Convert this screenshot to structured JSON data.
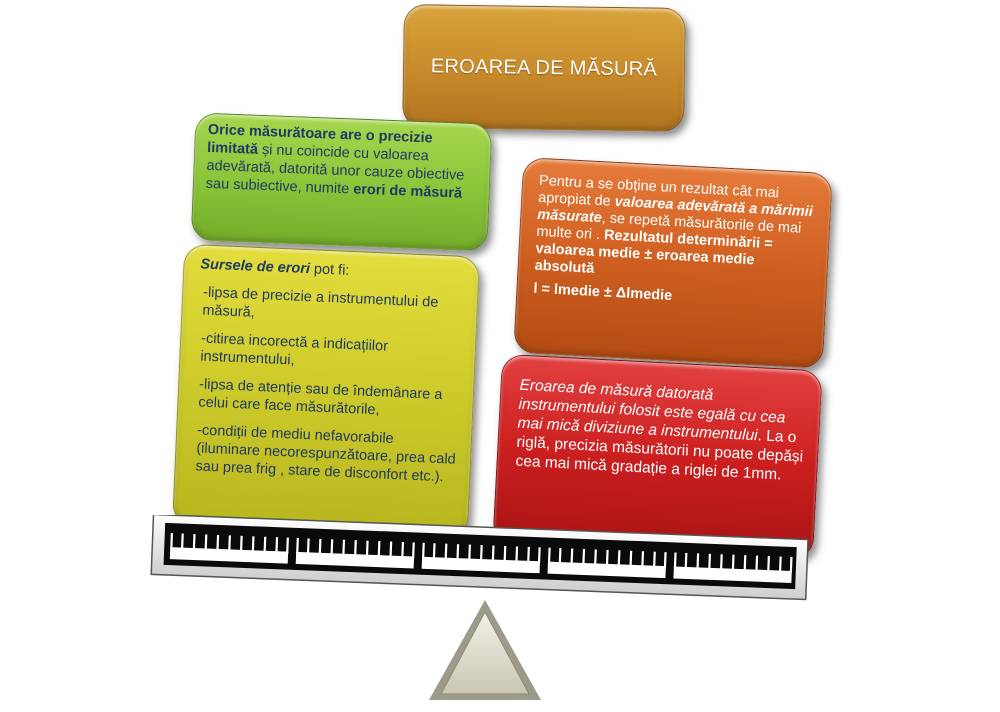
{
  "title": "EROAREA DE MĂSURĂ",
  "green": {
    "bold_intro": "Orice măsurătoare are o precizie limitată",
    "text": " și nu coincide cu valoarea adevărată, datorită unor cauze obiective sau subiective, numite ",
    "bold_end": "erori de măsură"
  },
  "yellow": {
    "heading_italic": "Sursele de erori",
    "heading_rest": " pot fi:",
    "items": [
      "-lipsa de precizie a instrumentului de măsură,",
      "-citirea incorectă a indicațiilor instrumentului,",
      "-lipsa de atenție sau de îndemânare a celui care face măsurătorile,",
      "-condiții de mediu nefavorabile (iluminare necorespunzătoare, prea cald sau prea frig , stare de disconfort etc.)."
    ]
  },
  "orange": {
    "text1": "Pentru a se obține un rezultat cât mai apropiat de ",
    "bold_italic": "valoarea adevărată a mărimii măsurate",
    "text2": ", se repetă măsurătorile de mai multe ori .",
    "bold_result": "Rezultatul determinării = valoarea medie ± eroarea medie absolută",
    "formula": "l = lmedie ± Δlmedie"
  },
  "red": {
    "italic": "Eroarea de măsură datorată instrumentului folosit este egală cu cea mai mică diviziune a instrumentului",
    "text": ". La o riglă, precizia măsurătorii nu poate depăși cea mai mică gradație a riglei de 1mm."
  },
  "colors": {
    "title_box": "#c8892a",
    "green_box": "#8cc63a",
    "yellow_box": "#cfcc2c",
    "orange_box": "#cf5f20",
    "red_box": "#cc1f1f",
    "text_dark": "#1f3864"
  },
  "icons": {
    "ruler": "ruler-icon",
    "fulcrum": "triangle-fulcrum-icon"
  }
}
